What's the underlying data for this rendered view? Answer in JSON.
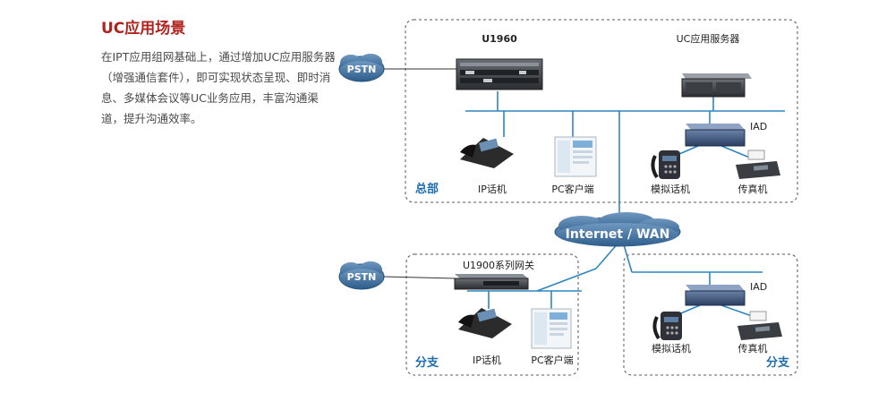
{
  "header": {
    "title": "UC应用场景",
    "description": "在IPT应用组网基础上，通过增加UC应用服务器（增强通信套件），即可实现状态呈现、即时消息、多媒体会议等UC业务应用，丰富沟通渠道，提升沟通效率。"
  },
  "hq": {
    "site_label": "总部",
    "u1960_label": "U1960",
    "uc_server_label": "UC应用服务器",
    "iad_label": "IAD",
    "ip_phone_label": "IP话机",
    "pc_client_label": "PC客户端",
    "analog_phone_label": "模拟话机",
    "fax_label": "传真机"
  },
  "pstn_top": "PSTN",
  "pstn_bottom": "PSTN",
  "wan": "Internet / WAN",
  "branch1": {
    "site_label": "分支",
    "gateway_label": "U1900系列网关",
    "ip_phone_label": "IP话机",
    "pc_client_label": "PC客户端"
  },
  "branch2": {
    "site_label": "分支",
    "iad_label": "IAD",
    "analog_phone_label": "模拟话机",
    "fax_label": "传真机"
  },
  "colors": {
    "title": "#b0241f",
    "line": "#2e86c1",
    "cloud": "#3a6d9c",
    "site_label": "#1f6fb0",
    "border": "#555555"
  }
}
